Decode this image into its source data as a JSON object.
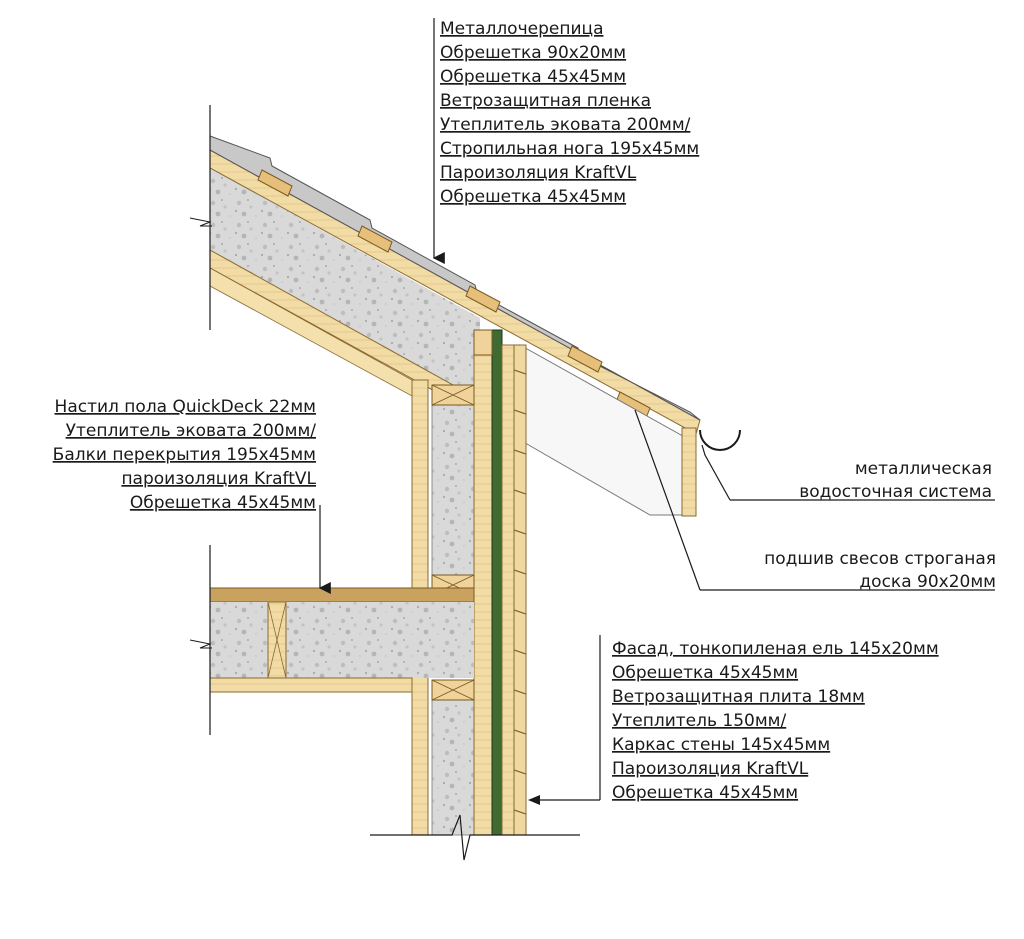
{
  "roof_labels": [
    "Металлочерепица",
    "Обрешетка 90х20мм",
    "Обрешетка 45х45мм",
    "Ветрозащитная пленка",
    "Утеплитель эковата 200мм/",
    "Стропильная нога 195х45мм",
    "Пароизоляция KraftVL",
    "Обрешетка 45х45мм"
  ],
  "floor_labels": [
    "Настил пола QuickDeck 22мм",
    "Утеплитель эковата 200мм/",
    "Балки перекрытия 195х45мм",
    "пароизоляция KraftVL",
    "Обрешетка 45х45мм"
  ],
  "wall_labels": [
    "Фасад, тонкопиленая ель 145х20мм",
    "Обрешетка 45х45мм",
    "Ветрозащитная плита 18мм",
    "Утеплитель 150мм/",
    "Каркас стены 145х45мм",
    "Пароизоляция KraftVL",
    "Обрешетка 45х45мм"
  ],
  "gutter_labels": [
    "металлическая",
    "водосточная система"
  ],
  "soffit_labels": [
    "подшив свесов строганая",
    "доска 90х20мм"
  ],
  "colors": {
    "wood": "#f0d9a0",
    "wood_dark": "#d8b070",
    "insulation": "#dcdcdc",
    "windboard": "#3f6b32",
    "metal": "#b0b0b0",
    "line": "#1a1a1a"
  }
}
